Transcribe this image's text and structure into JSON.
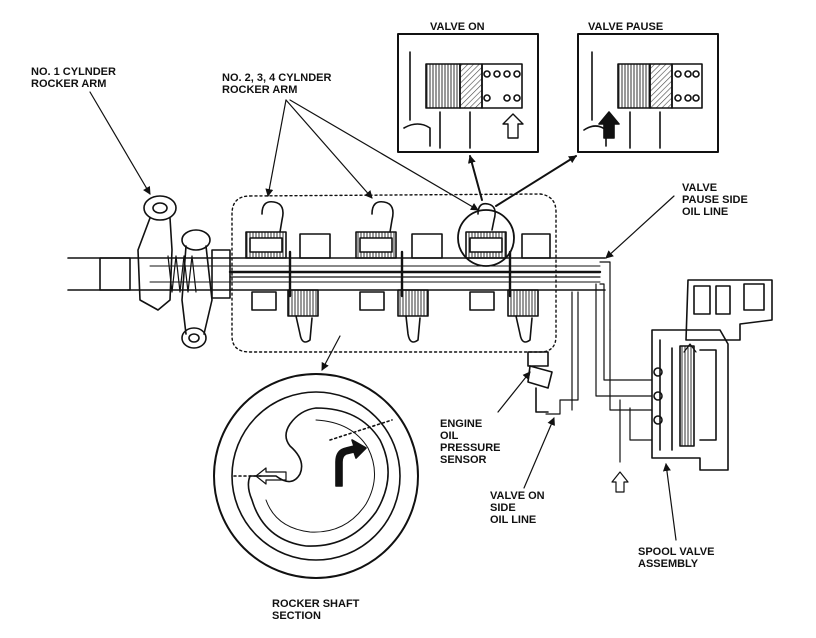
{
  "colors": {
    "ink": "#111111",
    "paper": "#ffffff",
    "hatch": "#444444"
  },
  "icons": [
    "up-arrow-hollow-icon",
    "up-arrow-solid-icon",
    "oil-flow-arrow-icon"
  ],
  "labels": {
    "no1_rocker_arm": [
      "No. 1 CYLNDER",
      "ROCKER ARM"
    ],
    "no234_rocker_arm": [
      "No. 2, 3, 4 CYLNDER",
      "ROCKER ARM"
    ],
    "valve_on": "VALVE ON",
    "valve_pause": "VALVE PAUSE",
    "valve_pause_side_oil_line": [
      "VALVE",
      "PAUSE SIDE",
      "OIL LINE"
    ],
    "engine_oil_pressure_sensor": [
      "ENGINE",
      "OIL",
      "PRESSURE",
      "SENSOR"
    ],
    "valve_on_side_oil_line": [
      "VALVE ON",
      "SIDE",
      "OIL LINE"
    ],
    "spool_valve_assembly": [
      "SPOOL VALVE",
      "ASSEMBLY"
    ],
    "rocker_shaft_section": [
      "ROCKER SHAFT",
      "SECTION"
    ]
  }
}
